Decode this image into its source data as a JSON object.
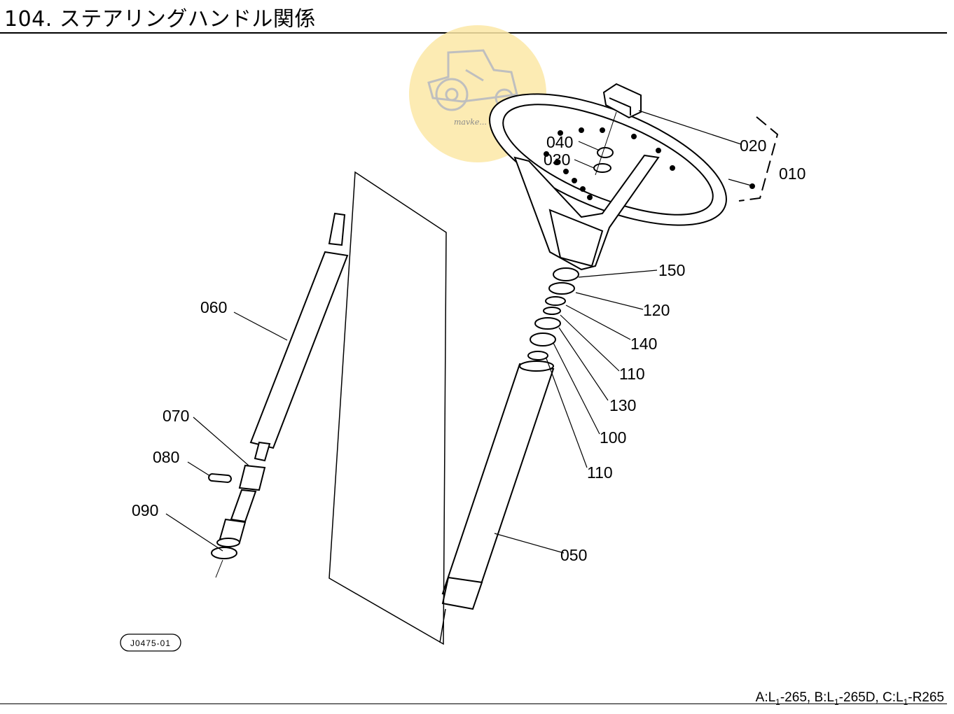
{
  "page": {
    "title": "104. ステアリングハンドル関係",
    "reference_code": "J0475-01",
    "footer": {
      "a_prefix": "A:L",
      "a_sub": "1",
      "a_suffix": "-265,",
      "b_prefix": "B:L",
      "b_sub": "1",
      "b_suffix": "-265D,",
      "c_prefix": "C:L",
      "c_sub": "1",
      "c_suffix": "-R265"
    }
  },
  "watermark": {
    "text": "mavke...",
    "circle_color": "#fbe7a6"
  },
  "parts": {
    "p010": "010",
    "p020": "020",
    "p030": "030",
    "p040": "040",
    "p050": "050",
    "p060": "060",
    "p070": "070",
    "p080": "080",
    "p090": "090",
    "p100": "100",
    "p110a": "110",
    "p110b": "110",
    "p120": "120",
    "p130": "130",
    "p140": "140",
    "p150": "150"
  }
}
